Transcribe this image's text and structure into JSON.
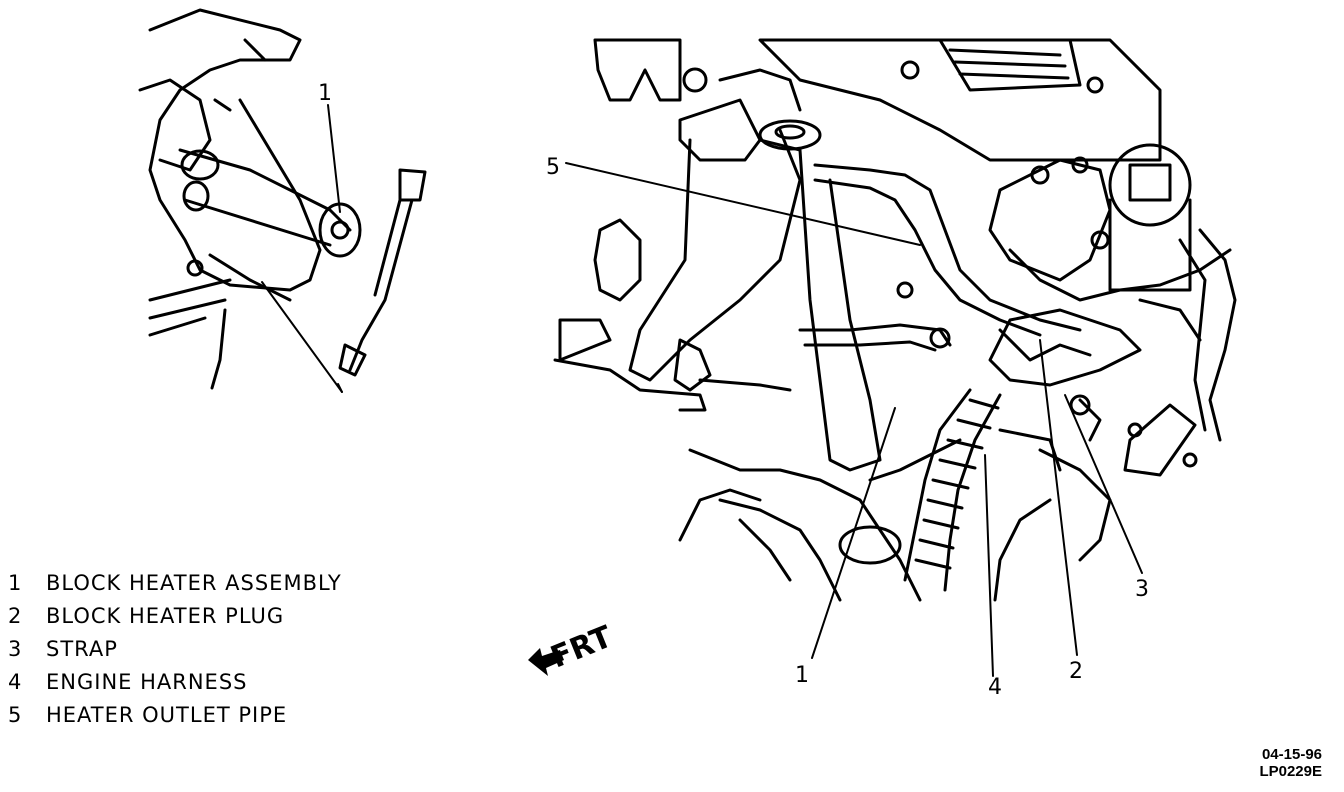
{
  "callouts": {
    "inset_1": "1",
    "main_1": "1",
    "main_2": "2",
    "main_3": "3",
    "main_4": "4",
    "main_5": "5"
  },
  "direction_label": "FRT",
  "legend": [
    {
      "num": "1",
      "label": "BLOCK HEATER ASSEMBLY"
    },
    {
      "num": "2",
      "label": "BLOCK HEATER PLUG"
    },
    {
      "num": "3",
      "label": "STRAP"
    },
    {
      "num": "4",
      "label": "ENGINE HARNESS"
    },
    {
      "num": "5",
      "label": "HEATER OUTLET PIPE"
    }
  ],
  "stamp": {
    "date": "04-15-96",
    "code": "LP0229E"
  }
}
